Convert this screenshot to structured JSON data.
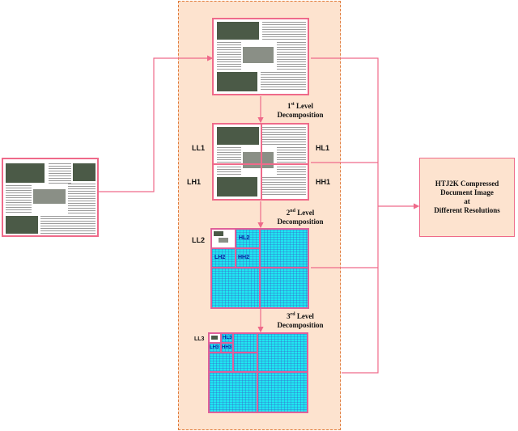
{
  "levels": [
    {
      "line1": "1",
      "sup": "st",
      "line1_rest": " Level",
      "line2": "Decomposition"
    },
    {
      "line1": "2",
      "sup": "nd",
      "line1_rest": " Level",
      "line2": "Decomposition"
    },
    {
      "line1": "3",
      "sup": "rd",
      "line1_rest": " Level",
      "line2": "Decomposition"
    }
  ],
  "subbands_level1": {
    "ll": "LL1",
    "hl": "HL1",
    "lh": "LH1",
    "hh": "HH1"
  },
  "subbands_level2": {
    "ll": "LL2",
    "hl": "HL2",
    "lh": "LH2",
    "hh": "HH2"
  },
  "subbands_level3": {
    "ll": "LL3",
    "hl": "HL3",
    "lh": "LH3",
    "hh": "HH3"
  },
  "output_box": {
    "line1": "HTJ2K Compressed",
    "line2": "Document Image",
    "line3": "at",
    "line4": "Different Resolutions"
  },
  "colors": {
    "connector": "#ef6a8a",
    "panel": "#fde3cf",
    "panel_border": "#e07a3a",
    "subband": "#1fe6f0"
  }
}
